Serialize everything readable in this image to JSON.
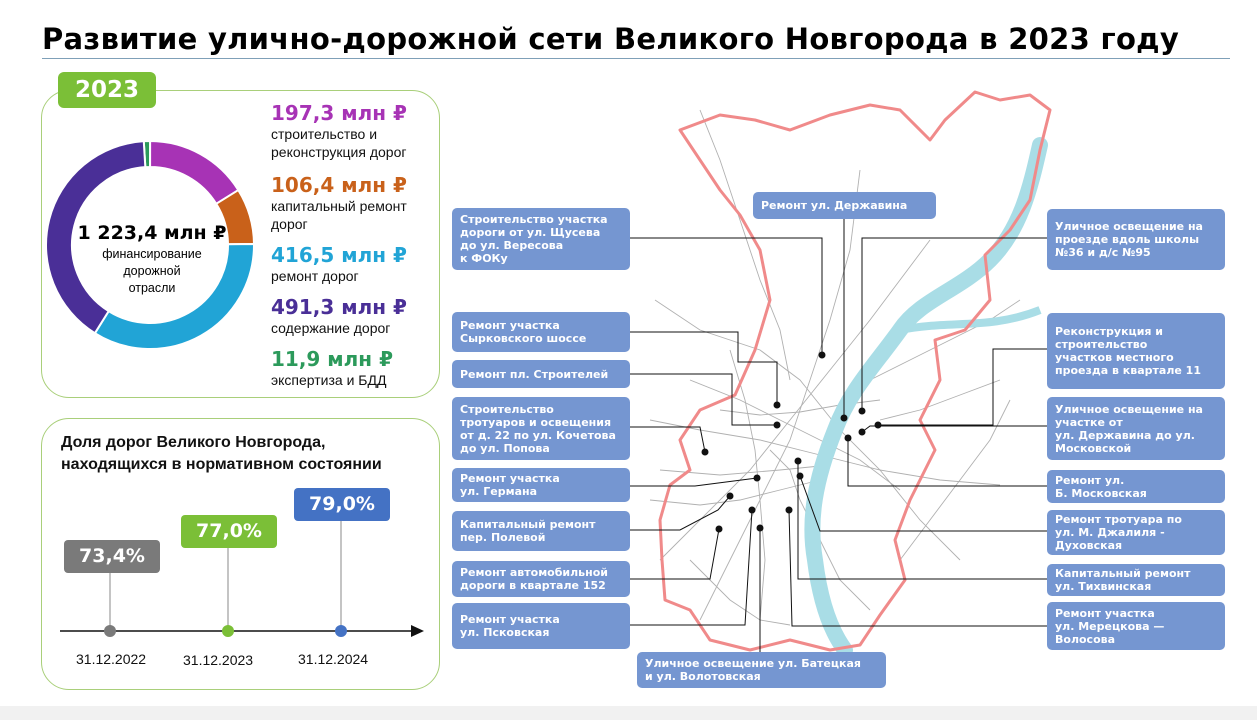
{
  "title": "Развитие улично-дорожной сети Великого Новгорода в 2023 году",
  "funding": {
    "year_badge": "2023",
    "total": "1 223,4 млн ₽",
    "total_caption_lines": [
      "финансирование",
      "дорожной",
      "отрасли"
    ],
    "items": [
      {
        "value": "197,3 млн ₽",
        "label_lines": [
          "строительство и",
          "реконструкция дорог"
        ],
        "color": "#a733b5"
      },
      {
        "value": "106,4 млн ₽",
        "label_lines": [
          "капитальный ремонт",
          "дорог"
        ],
        "color": "#c9611a"
      },
      {
        "value": "416,5 млн ₽",
        "label_lines": [
          "ремонт дорог"
        ],
        "color": "#21a4d6"
      },
      {
        "value": "491,3 млн ₽",
        "label_lines": [
          "содержание дорог"
        ],
        "color": "#4a2f97"
      },
      {
        "value": "11,9 млн ₽",
        "label_lines": [
          "экспертиза и БДД"
        ],
        "color": "#2c9a5b"
      }
    ]
  },
  "chart_data": {
    "type": "pie",
    "categories": [
      "строительство и реконструкция дорог",
      "капитальный ремонт дорог",
      "ремонт дорог",
      "содержание дорог",
      "экспертиза и БДД"
    ],
    "values": [
      197.3,
      106.4,
      416.5,
      491.3,
      11.9
    ],
    "colors": [
      "#a733b5",
      "#c9611a",
      "#21a4d6",
      "#4a2f97",
      "#2c9a5b"
    ],
    "title": "",
    "center_label": "1 223,4 млн ₽"
  },
  "share": {
    "title_lines": [
      "Доля дорог Великого Новгорода,",
      "находящихся в нормативном состоянии"
    ],
    "points": [
      {
        "value": "73,4%",
        "date": "31.12.2022",
        "color": "#7a7a7a"
      },
      {
        "value": "77,0%",
        "date": "31.12.2023",
        "color": "#7bbf37"
      },
      {
        "value": "79,0%",
        "date": "31.12.2024",
        "color": "#4472c4"
      }
    ]
  },
  "callouts": {
    "left": [
      {
        "id": "shchuseva",
        "lines": [
          "Строительство участка",
          "дороги от ул. Щусева",
          "до ул. Вересова",
          "к ФОКу"
        ]
      },
      {
        "id": "syrkovskoe",
        "lines": [
          "Ремонт участка",
          "Сырковского шоссе"
        ]
      },
      {
        "id": "stroiteley",
        "lines": [
          "Ремонт пл. Строителей"
        ]
      },
      {
        "id": "kochetova",
        "lines": [
          "Строительство",
          "тротуаров и освещения",
          "от д. 22 по ул. Кочетова",
          "до ул. Попова"
        ]
      },
      {
        "id": "germana",
        "lines": [
          "Ремонт участка",
          "ул. Германа"
        ]
      },
      {
        "id": "polevoy",
        "lines": [
          "Капитальный ремонт",
          "пер. Полевой"
        ]
      },
      {
        "id": "kvartal152",
        "lines": [
          "Ремонт автомобильной",
          "дороги в квартале 152"
        ]
      },
      {
        "id": "pskovskaya",
        "lines": [
          "Ремонт участка",
          "ул. Псковская"
        ]
      }
    ],
    "top": [
      {
        "id": "derzhavina",
        "lines": [
          "Ремонт ул. Державина"
        ]
      }
    ],
    "bottom": [
      {
        "id": "bateckaya",
        "lines": [
          "Уличное освещение ул. Батецкая",
          "и ул. Волотовская"
        ]
      }
    ],
    "right": [
      {
        "id": "school36",
        "lines": [
          "Уличное освещение на",
          "проезде вдоль школы",
          "№36 и д/с №95"
        ]
      },
      {
        "id": "kvartal11",
        "lines": [
          "Реконструкция  и",
          "строительство",
          "участков местного",
          "проезда в квартале 11"
        ]
      },
      {
        "id": "derzh_mosk",
        "lines": [
          "Уличное освещение на",
          "участке от",
          "ул. Державина до ул.",
          "Московской"
        ]
      },
      {
        "id": "bmoskovskaya",
        "lines": [
          "Ремонт ул.",
          "Б. Московская"
        ]
      },
      {
        "id": "dzhalilya",
        "lines": [
          "Ремонт тротуара по",
          "ул. М. Джалиля -",
          "Духовская"
        ]
      },
      {
        "id": "tikhvinskaya",
        "lines": [
          "Капитальный ремонт",
          "ул. Тихвинская"
        ]
      },
      {
        "id": "meretskova",
        "lines": [
          "Ремонт участка",
          "ул. Мерецкова —",
          "Волосова"
        ]
      }
    ]
  },
  "map_colors": {
    "boundary": "#f08a8a",
    "river": "#a9dde6",
    "roads": "#9a9a9a",
    "callout": "#7596d1"
  }
}
